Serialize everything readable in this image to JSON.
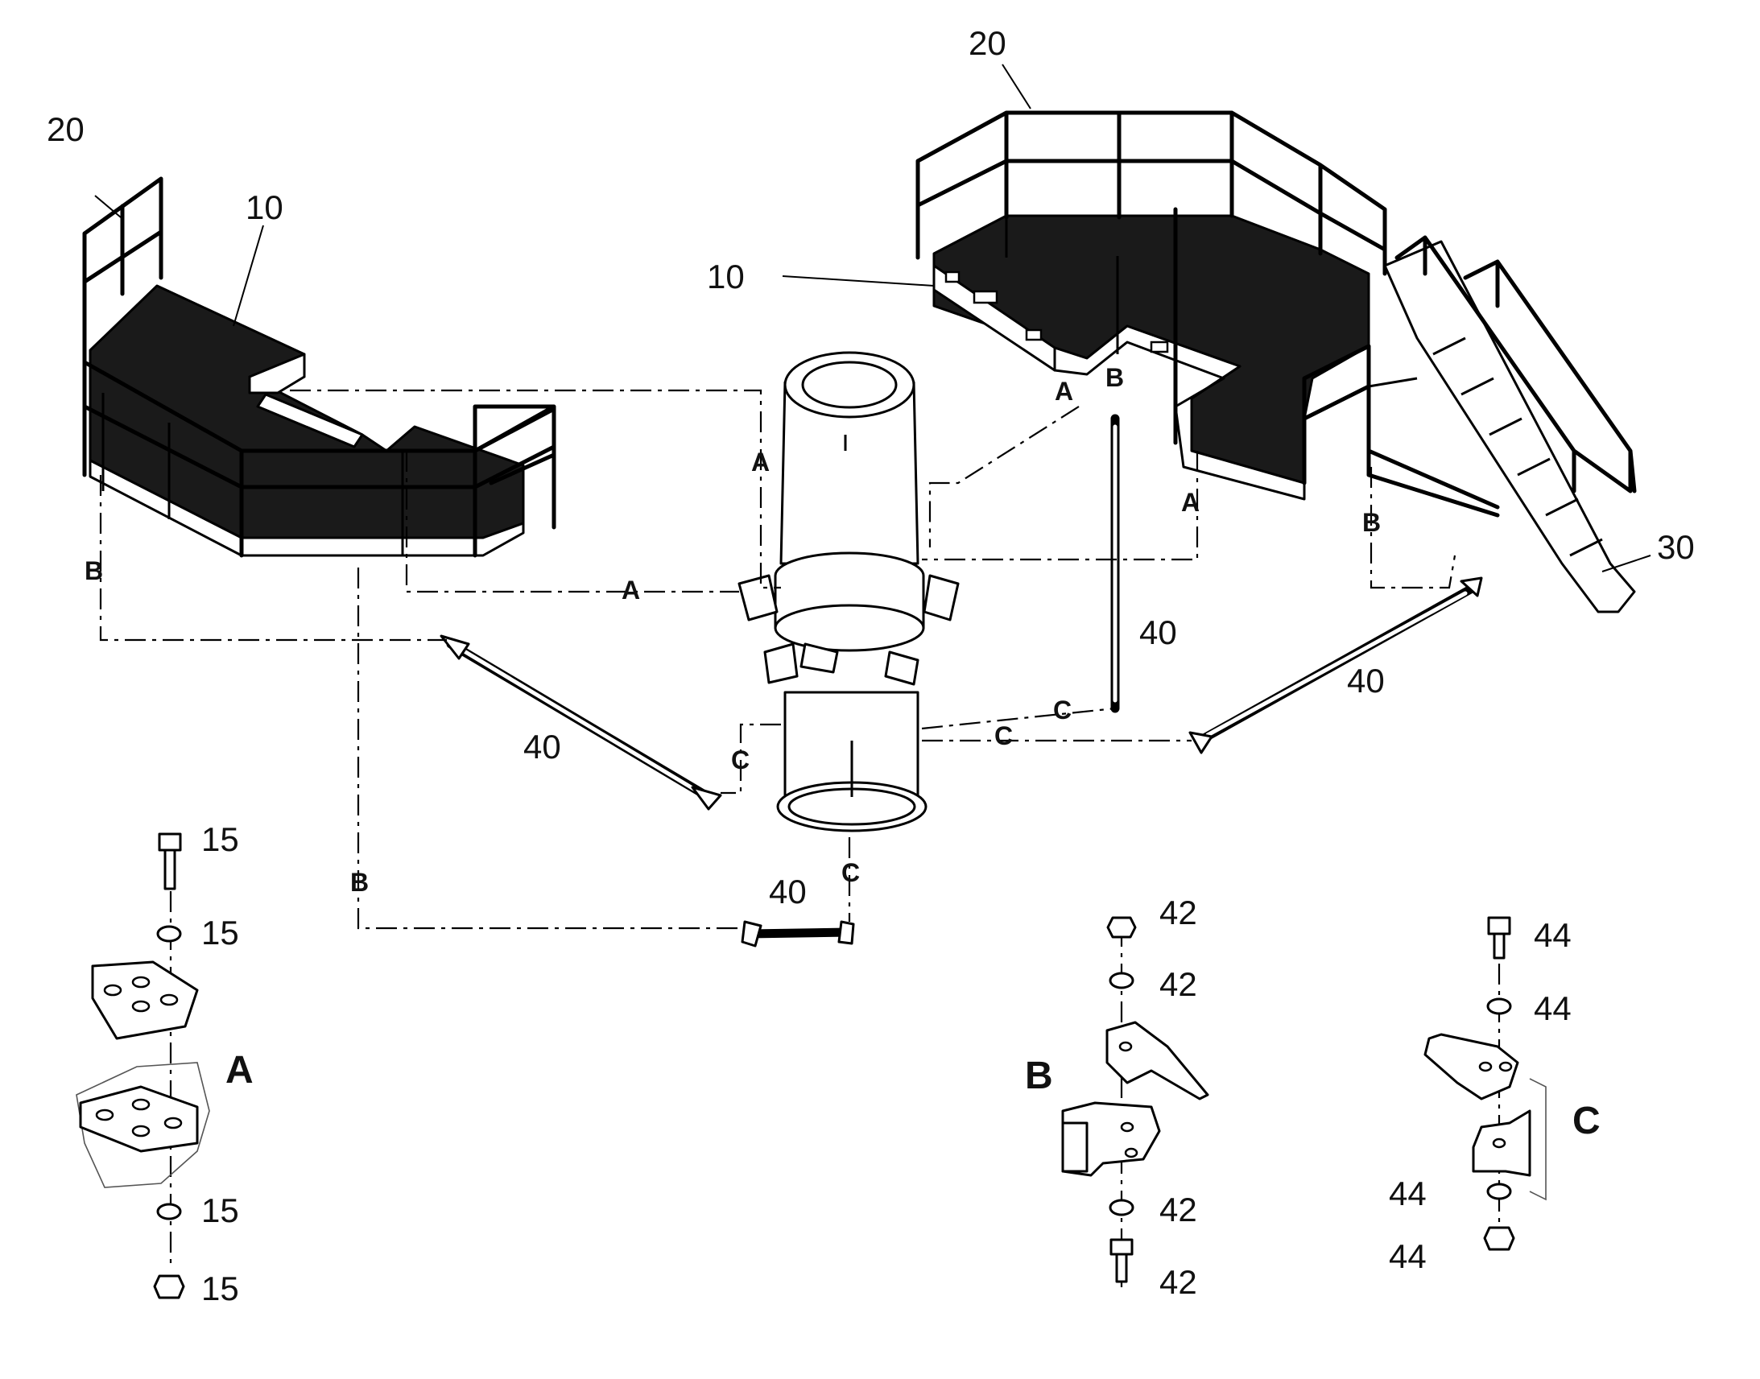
{
  "callouts": {
    "c20_left": "20",
    "c10_left": "10",
    "c20_right": "20",
    "c10_right": "10",
    "c30": "30",
    "c40_left": "40",
    "c40_bottom": "40",
    "c40_vertical": "40",
    "c40_right": "40"
  },
  "connectors": {
    "a_mid": "A",
    "a_tower": "A",
    "a_right_top": "A",
    "a_right_platform": "A",
    "b_left": "B",
    "b_bottom": "B",
    "b_center": "B",
    "b_right": "B",
    "c_left": "C",
    "c_below_tower": "C",
    "c_right_strut": "C",
    "c_right_rod": "C"
  },
  "details": {
    "A": {
      "title": "A",
      "parts": [
        "15",
        "15",
        "15",
        "15"
      ]
    },
    "B": {
      "title": "B",
      "parts": [
        "42",
        "42",
        "42",
        "42"
      ]
    },
    "C": {
      "title": "C",
      "parts": [
        "44",
        "44",
        "44",
        "44"
      ]
    }
  }
}
